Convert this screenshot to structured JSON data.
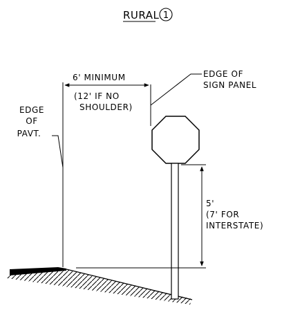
{
  "title": "RURAL",
  "title_marker": "1",
  "dimension_horizontal": {
    "line1": "6'  MINIMUM",
    "line2": "(12'  IF  NO",
    "line3": "SHOULDER)"
  },
  "sign_panel_label": {
    "line1": "EDGE  OF",
    "line2": "SIGN  PANEL"
  },
  "pavement_label": {
    "line1": "EDGE",
    "line2": "OF",
    "line3": "PAVT."
  },
  "dimension_vertical": {
    "line1": "5'",
    "line2": "(7'  FOR",
    "line3": "INTERSTATE)"
  }
}
